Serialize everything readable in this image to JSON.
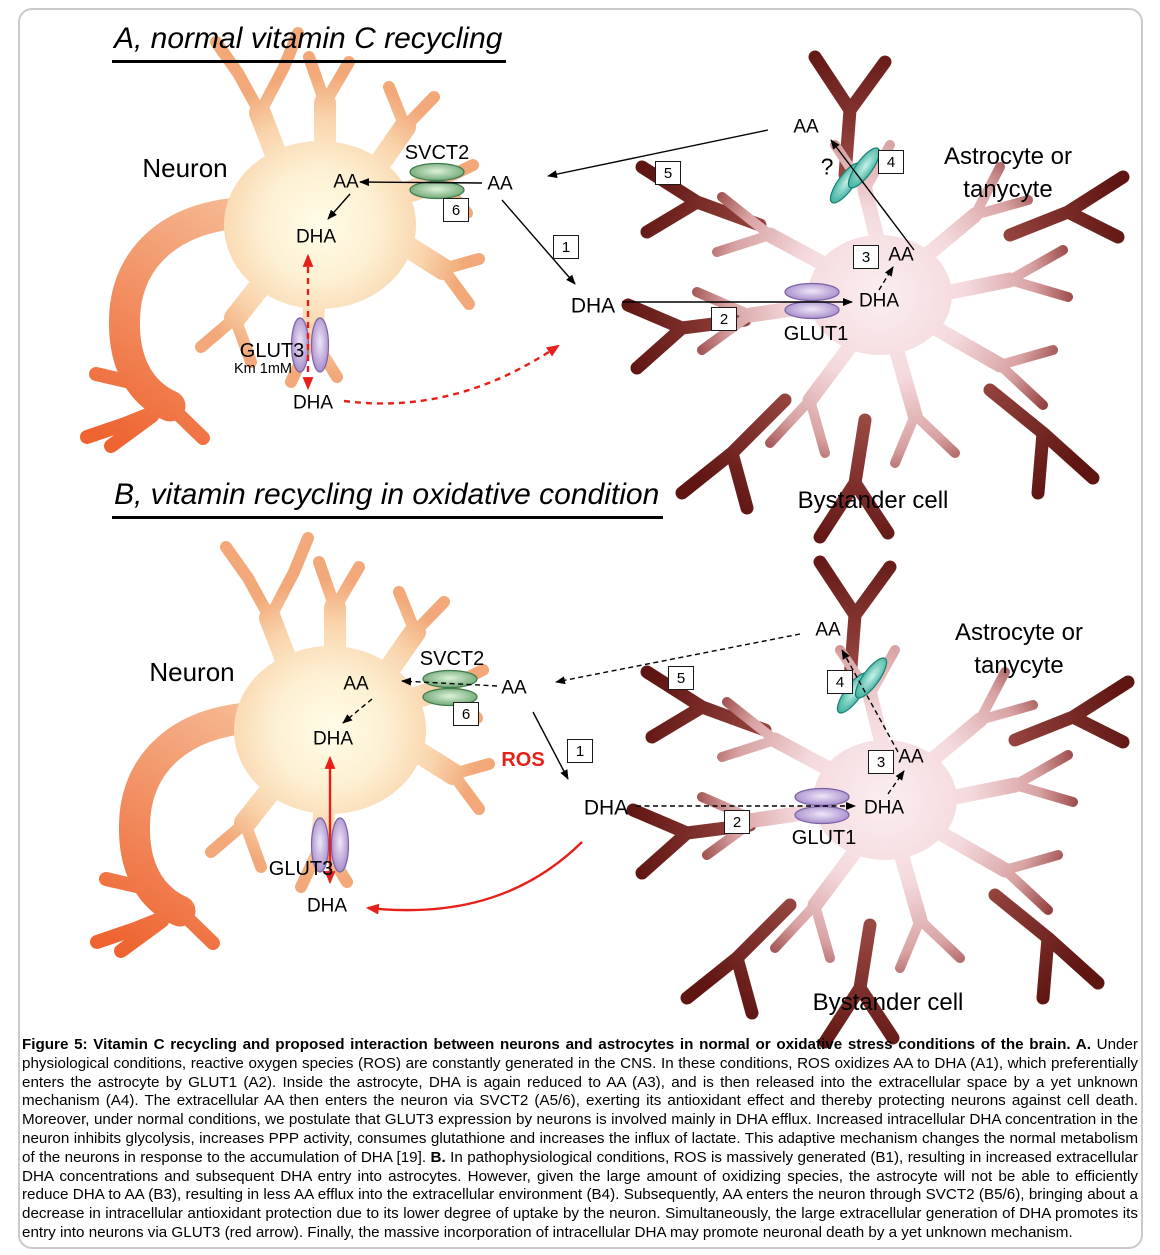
{
  "colors": {
    "red": "#e71f19",
    "text": "#000000",
    "frame": "#c7cbce",
    "neuron_orange": "#ef6a34",
    "neuron_body": "#f9d0a8",
    "astrocyte_pink": "#f4d9dc",
    "astrocyte_maroon": "#6d1f1d",
    "svct2_green": "#5d9c66",
    "glut_purple": "#9b7fc4",
    "efflux_teal": "#27a595"
  },
  "molecules": {
    "aa": "AA",
    "dha": "DHA",
    "ros": "ROS",
    "question": "?"
  },
  "transporters": {
    "svct2": "SVCT2",
    "glut1": "GLUT1",
    "glut3": "GLUT3",
    "glut3_km": "Km 1mM"
  },
  "cells": {
    "neuron": "Neuron",
    "astrocyte_line1": "Astrocyte or",
    "astrocyte_line2": "tanycyte",
    "bystander": "Bystander cell"
  },
  "steps": {
    "s1": "1",
    "s2": "2",
    "s3": "3",
    "s4": "4",
    "s5": "5",
    "s6": "6"
  },
  "panel_a": {
    "title": "A, normal vitamin C recycling"
  },
  "panel_b": {
    "title": "B, vitamin recycling in oxidative condition"
  },
  "caption": {
    "segments": [
      {
        "bold": true,
        "text": "Figure 5: Vitamin C recycling and proposed interaction between neurons and astrocytes in normal or oxidative stress conditions of the brain. A. "
      },
      {
        "bold": false,
        "text": "Under physiological conditions, reactive oxygen species (ROS) are constantly generated in the CNS. In these conditions, ROS oxidizes AA to DHA (A1), which preferentially enters the astrocyte by GLUT1 (A2). Inside the astrocyte, DHA is again reduced to AA (A3), and is then released into the extracellular space by a yet unknown mechanism (A4). The extracellular AA then enters the neuron via SVCT2 (A5/6), exerting its antioxidant effect and thereby protecting neurons against cell death. Moreover, under normal conditions, we postulate that GLUT3 expression by neurons is involved mainly in DHA efflux. Increased intracellular DHA concentration in the neuron inhibits glycolysis, increases PPP activity, consumes glutathione and increases the influx of lactate. This adaptive mechanism changes the normal metabolism of the neurons in response to the accumulation of DHA [19]. "
      },
      {
        "bold": true,
        "text": "B. "
      },
      {
        "bold": false,
        "text": "In pathophysiological conditions, ROS is massively generated (B1), resulting in increased extracellular DHA concentrations and subsequent DHA entry into astrocytes. However, given the large amount of oxidizing species, the astrocyte will not be able to efficiently reduce DHA to AA (B3), resulting in less AA efflux into the extracellular environment (B4). Subsequently, AA enters the neuron through SVCT2 (B5/6), bringing about a decrease in intracellular antioxidant protection due to its lower degree of uptake by the neuron. Simultaneously, the large extracellular generation of DHA promotes its entry into neurons via GLUT3 (red arrow). Finally, the massive incorporation of intracellular DHA may promote neuronal death by a yet unknown mechanism."
      }
    ]
  }
}
